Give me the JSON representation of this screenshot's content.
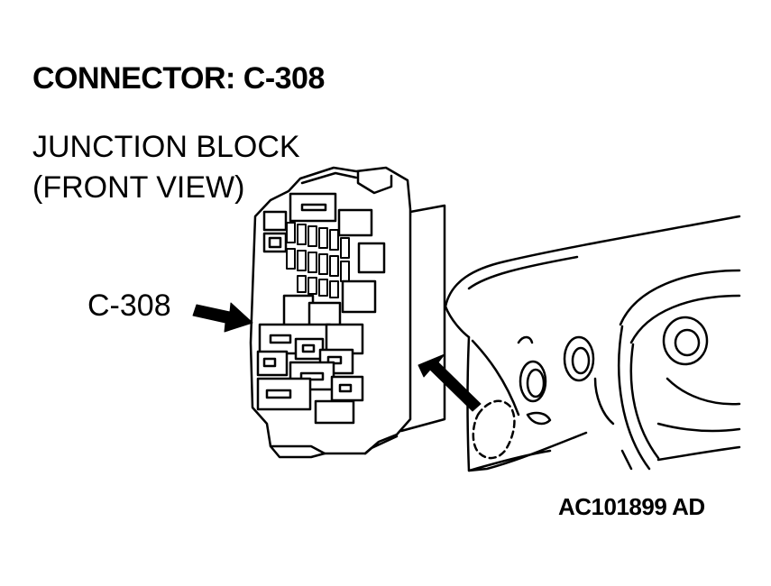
{
  "title": "CONNECTOR: C-308",
  "description_lines": [
    "JUNCTION BLOCK",
    "(FRONT VIEW)"
  ],
  "callout_label": "C-308",
  "figure_id": "AC101899 AD",
  "colors": {
    "ink": "#000000",
    "background": "#ffffff"
  }
}
